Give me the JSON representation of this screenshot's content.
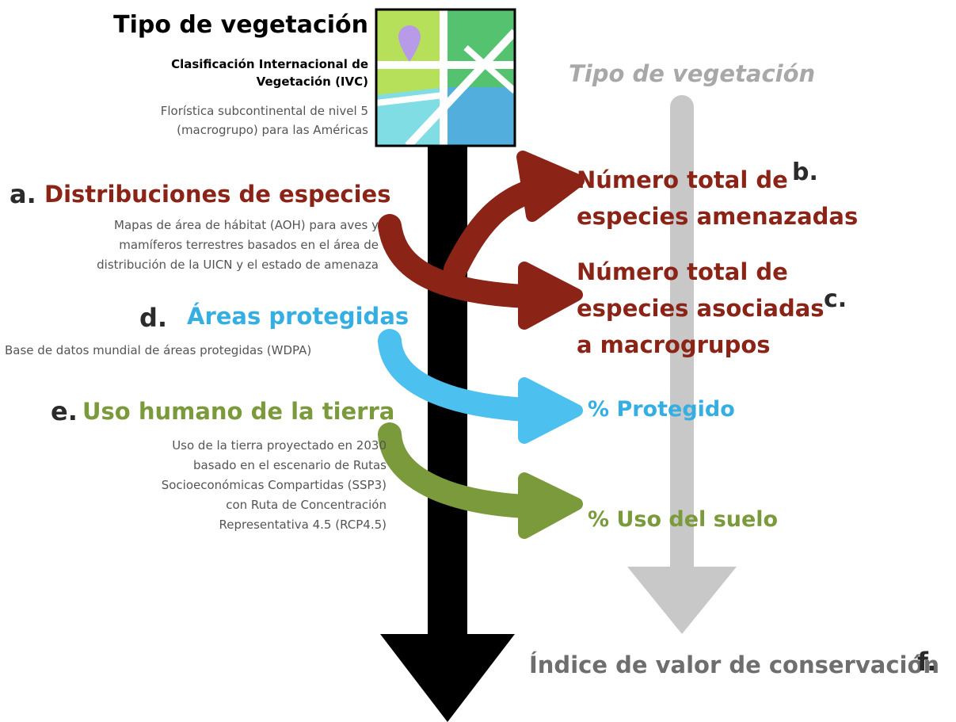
{
  "input": {
    "veg_title": "Tipo de vegetación",
    "ivc_title_line1": "Clasificación Internacional de",
    "ivc_title_line2": "Vegetación (IVC)",
    "ivc_desc_line1": "Florística subcontinental de nivel 5",
    "ivc_desc_line2": "(macrogrupo)  para las Américas",
    "a_letter": "a.",
    "a_title": "Distribuciones de especies",
    "a_desc_line1": "Mapas de área de hábitat (AOH) para aves y",
    "a_desc_line2": "mamíferos terrestres basados en el área de",
    "a_desc_line3": "distribución de la UICN y el estado de amenaza",
    "d_letter": "d.",
    "d_title": "Áreas protegidas",
    "d_desc": "Base de datos mundial de áreas protegidas (WDPA)",
    "e_letter": "e.",
    "e_title": "Uso humano de la tierra",
    "e_desc_line1": "Uso de la tierra proyectado en 2030",
    "e_desc_line2": "basado en el escenario de Rutas",
    "e_desc_line3": "Socioeconómicas Compartidas (SSP3)",
    "e_desc_line4": "con Ruta de Concentración",
    "e_desc_line5": "Representativa 4.5 (RCP4.5)"
  },
  "output": {
    "veg_header": "Tipo de vegetación",
    "b_line1": "Número total de",
    "b_line2": "especies amenazadas",
    "b_letter": "b.",
    "c_line1": "Número total de",
    "c_line2": "especies asociadas",
    "c_line3": "a macrogrupos",
    "c_letter": "c.",
    "protected": "% Protegido",
    "land_use": "% Uso del suelo",
    "index": "Índice de valor de conservación",
    "f_letter": "f."
  },
  "colors": {
    "black_arrow": "#000000",
    "gray_arrow": "#c8c8c8",
    "red": "#8b2316",
    "blue": "#4cc0ee",
    "green": "#7a9a3c",
    "map_light_green": "#b7e05a",
    "map_green": "#55c26f",
    "map_blue": "#52aedc",
    "map_cyan": "#7fdde3",
    "map_pin": "#b79ae8"
  },
  "icons": {
    "map": "map-icon",
    "pin": "location-pin-icon"
  }
}
